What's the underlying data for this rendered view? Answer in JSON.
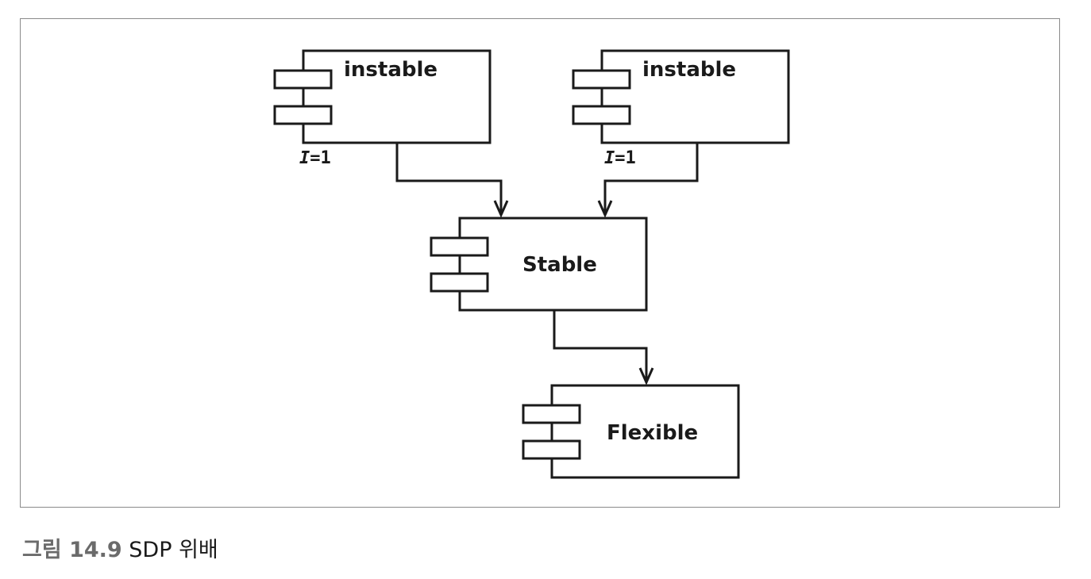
{
  "diagram": {
    "components": {
      "instable_left": {
        "label": "instable",
        "metric_symbol": "I",
        "metric_value": "=1"
      },
      "instable_right": {
        "label": "instable",
        "metric_symbol": "I",
        "metric_value": "=1"
      },
      "stable": {
        "label": "Stable"
      },
      "flexible": {
        "label": "Flexible"
      }
    },
    "dependencies": [
      {
        "from": "instable_left",
        "to": "stable"
      },
      {
        "from": "instable_right",
        "to": "stable"
      },
      {
        "from": "stable",
        "to": "flexible"
      }
    ],
    "colors": {
      "line": "#1a1a1a",
      "frame": "#8a8a8a",
      "caption_label": "#6b6b6b"
    }
  },
  "caption": {
    "label": "그림 14.9",
    "text": "SDP 위배"
  }
}
